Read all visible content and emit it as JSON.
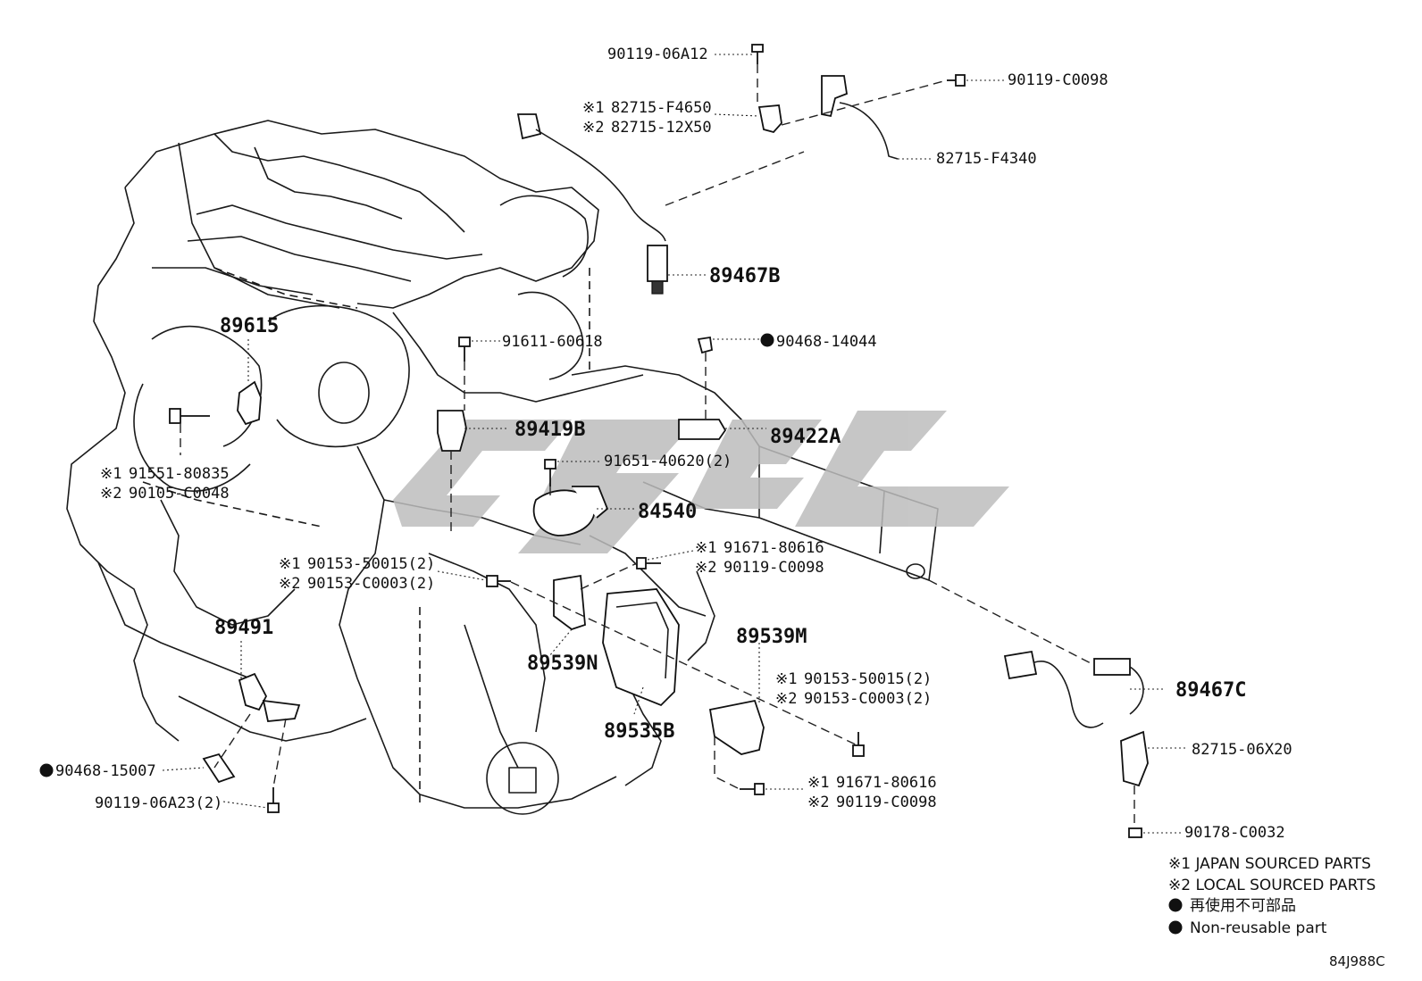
{
  "callouts": [
    {
      "id": "90119-06A12"
    },
    {
      "id": "90119-C0098"
    },
    {
      "marker": "※1",
      "id": "82715-F4650"
    },
    {
      "marker": "※2",
      "id": "82715-12X50"
    },
    {
      "id": "82715-F4340"
    },
    {
      "id": "89467B"
    },
    {
      "id": "89615"
    },
    {
      "id": "91611-60618"
    },
    {
      "id": "90468-14044",
      "non_reusable": true
    },
    {
      "id": "89419B"
    },
    {
      "id": "89422A"
    },
    {
      "marker": "※1",
      "id": "91551-80835"
    },
    {
      "marker": "※2",
      "id": "90105-C0048"
    },
    {
      "id": "91651-40620(2)"
    },
    {
      "id": "84540"
    },
    {
      "marker": "※1",
      "id": "91671-80616"
    },
    {
      "marker": "※2",
      "id": "90119-C0098"
    },
    {
      "marker": "※1",
      "id": "90153-50015(2)"
    },
    {
      "marker": "※2",
      "id": "90153-C0003(2)"
    },
    {
      "id": "89491"
    },
    {
      "id": "89539N"
    },
    {
      "id": "89539M"
    },
    {
      "marker": "※1",
      "id": "90153-50015(2)"
    },
    {
      "marker": "※2",
      "id": "90153-C0003(2)"
    },
    {
      "id": "89535B"
    },
    {
      "id": "89467C"
    },
    {
      "id": "82715-06X20"
    },
    {
      "id": "90468-15007",
      "non_reusable": true
    },
    {
      "id": "90119-06A23(2)"
    },
    {
      "marker": "※1",
      "id": "91671-80616"
    },
    {
      "marker": "※2",
      "id": "90119-C0098"
    },
    {
      "id": "90178-C0032"
    }
  ],
  "legend": {
    "note1": "※1 JAPAN SOURCED PARTS",
    "note2": "※2 LOCAL SOURCED PARTS",
    "non_reusable_ja": "再使用不可部品",
    "non_reusable_en": "Non-reusable part"
  },
  "diagram_code": "84J988C",
  "colors": {
    "line": "#111111",
    "watermark": "#bdbdbd",
    "background": "#ffffff"
  }
}
